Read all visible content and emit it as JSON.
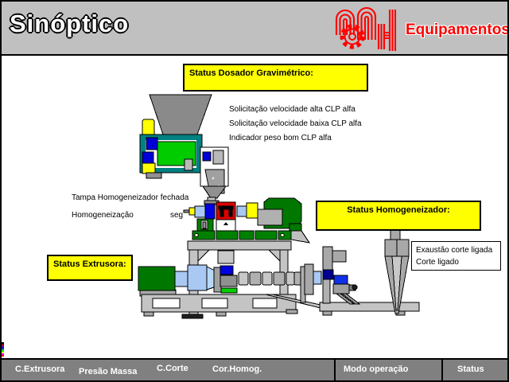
{
  "window": {
    "title": "Sinóptico"
  },
  "logo": {
    "brand_text": "Equipamentos"
  },
  "panels": {
    "dosador": {
      "label": "Status Dosador Gravimétrico:"
    },
    "homogeneizador": {
      "label": "Status Homogeneizador:"
    },
    "extrusora": {
      "label": "Status Extrusora:"
    },
    "corte_info": {
      "line1": "Exaustão corte ligada",
      "line2": "Corte ligado"
    }
  },
  "annotations": {
    "clp_lines": [
      "Solicitação velocidade alta CLP alfa",
      "Solicitação velocidade baixa CLP alfa",
      "Indicador peso bom CLP alfa"
    ],
    "tampa": "Tampa Homogeneizador fechada",
    "homogeneizacao_label": "Homogeneização",
    "homogeneizacao_unit": "seg"
  },
  "bottom_bar": {
    "buttons": [
      "C.Extrusora",
      "Presão Massa",
      "C.Corte",
      "Cor.Homog.",
      "Modo operação",
      "Status"
    ]
  },
  "colors": {
    "status_box": "#FFFF00",
    "header_bg": "#C0C0C0",
    "bar_bg": "#808080",
    "brand_red": "#FF0000",
    "machine_green": "#007800",
    "dosador_teal": "#008080"
  }
}
